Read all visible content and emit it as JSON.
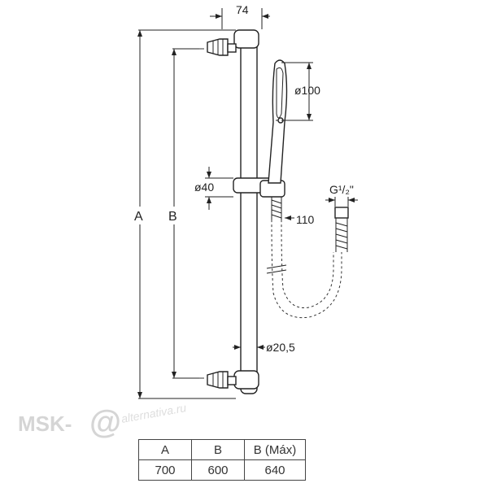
{
  "dimensions": {
    "top_width": "74",
    "head_diameter": "ø100",
    "slider_diameter": "ø40",
    "connector": "G¹/₂\"",
    "hose_offset": "110",
    "bar_diameter": "ø20,5",
    "overall_length_label": "A",
    "fixing_distance_label": "B"
  },
  "watermark": {
    "brand": "MSK-",
    "symbol": "@",
    "tagline": "alternativa.ru"
  },
  "table": {
    "headers": [
      "A",
      "B",
      "B (Máx)"
    ],
    "values": [
      "700",
      "600",
      "640"
    ]
  }
}
